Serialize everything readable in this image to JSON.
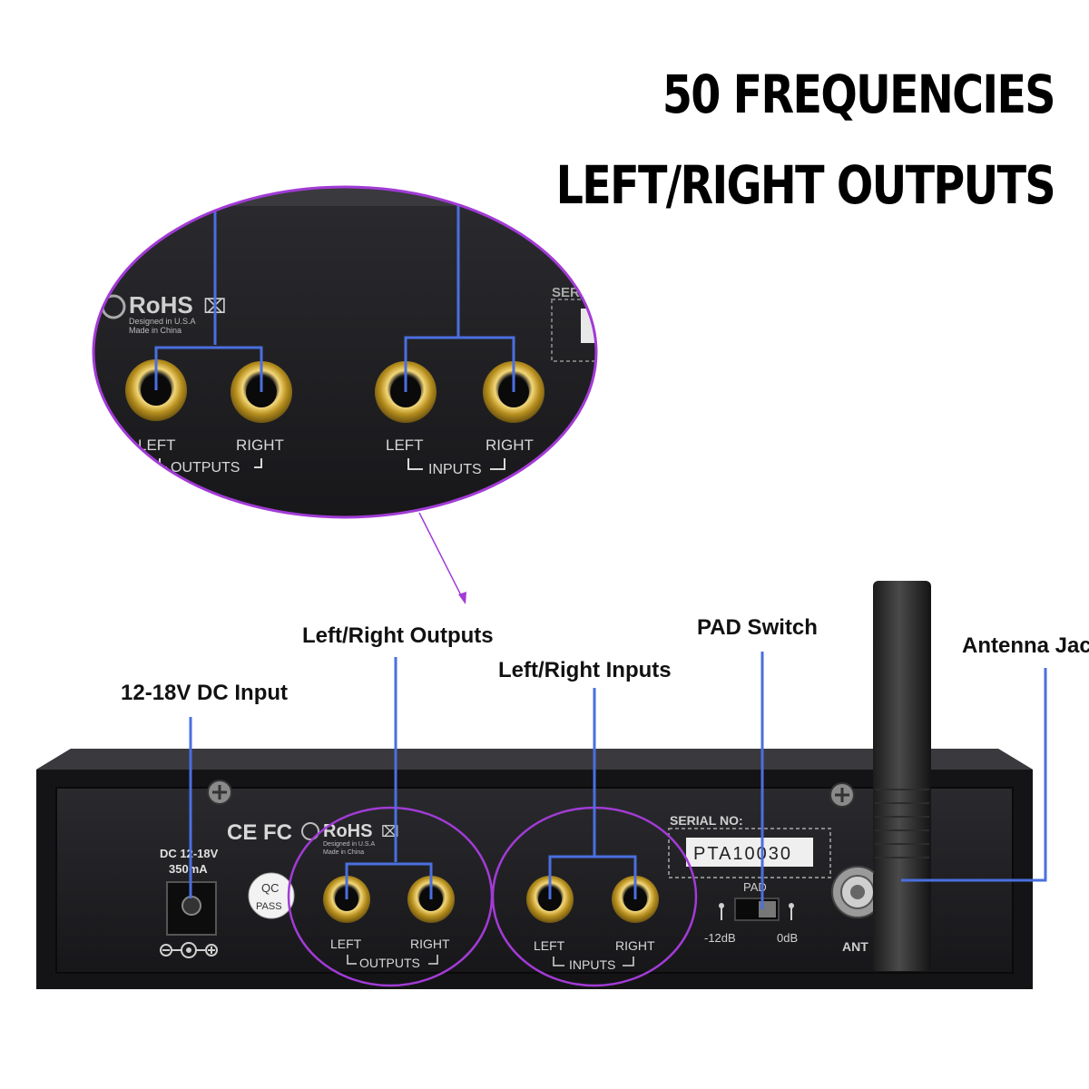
{
  "headings": {
    "line1": "50 FREQUENCIES",
    "line2": "LEFT/RIGHT OUTPUTS"
  },
  "callouts": {
    "dc_input": "12-18V DC Input",
    "outputs": "Left/Right Outputs",
    "inputs": "Left/Right Inputs",
    "pad_switch": "PAD Switch",
    "antenna": "Antenna Jac"
  },
  "zoom_panel": {
    "rohs": "RoHS",
    "designed": "Designed in U.S.A",
    "made": "Made in China",
    "serial_fragment": "SER",
    "jack_left_out": "LEFT",
    "jack_right_out": "RIGHT",
    "jack_left_in": "LEFT",
    "jack_right_in": "RIGHT",
    "group_outputs": "OUTPUTS",
    "group_inputs": "INPUTS"
  },
  "device": {
    "dc_label": "DC 12-18V",
    "dc_current": "350mA",
    "cert_marks": "CE FC",
    "rohs": "RoHS",
    "designed": "Designed in U.S.A",
    "made": "Made in China",
    "qc": "QC",
    "pass": "PASS",
    "serial_label": "SERIAL NO:",
    "serial_value": "PTA10030",
    "pad_label": "PAD",
    "pad_minus": "-12dB",
    "pad_zero": "0dB",
    "ant": "ANT",
    "jack_left_out": "LEFT",
    "jack_right_out": "RIGHT",
    "jack_left_in": "LEFT",
    "jack_right_in": "RIGHT",
    "group_outputs": "OUTPUTS",
    "group_inputs": "INPUTS"
  },
  "colors": {
    "leader_line": "#4a6fe0",
    "highlight_ring": "#a23bd6",
    "device_body": "#1f1f22",
    "jack_gold": "#c9a227"
  }
}
